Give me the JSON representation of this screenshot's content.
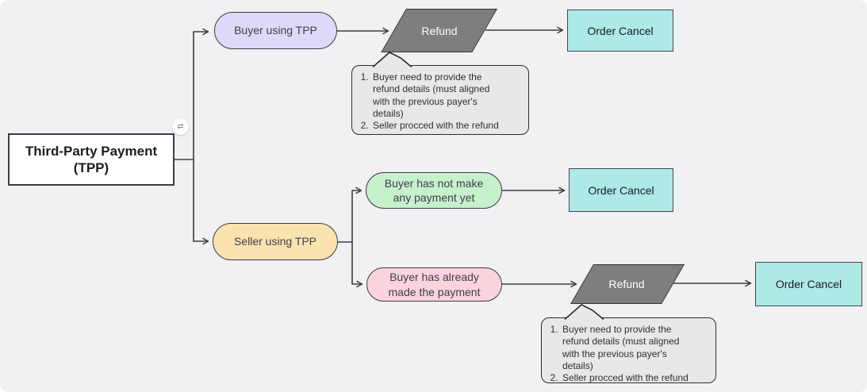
{
  "palette": {
    "background": "#f1f1f3",
    "root_fill": "#ffffff",
    "buyer_pill_fill": "#dcdaf8",
    "seller_pill_fill": "#fbe3b0",
    "no_payment_pill_fill": "#c5f1cb",
    "paid_pill_fill": "#fbd3dd",
    "order_cancel_fill": "#ace9e7",
    "refund_fill": "#7e7e7e",
    "refund_text": "#ffffff",
    "note_fill": "#e8e8e8",
    "line_color": "#3d3d3d"
  },
  "icons": {
    "connector_badge": "⇄"
  },
  "nodes": {
    "root": {
      "line1": "Third-Party Payment",
      "line2": "(TPP)"
    },
    "buyer_branch": {
      "label": "Buyer using TPP"
    },
    "seller_branch": {
      "label": "Seller using TPP"
    },
    "no_payment": {
      "line1": "Buyer has not make",
      "line2": "any payment yet"
    },
    "paid": {
      "line1": "Buyer has already",
      "line2": "made the payment"
    },
    "refund_top": {
      "label": "Refund"
    },
    "refund_bottom": {
      "label": "Refund"
    },
    "cancel_top": {
      "label": "Order Cancel"
    },
    "cancel_middle": {
      "label": "Order Cancel"
    },
    "cancel_bottom": {
      "label": "Order Cancel"
    }
  },
  "notes": {
    "refund_steps_top": {
      "items": [
        "Buyer need to provide the refund details (must aligned with the previous payer's details)",
        "Seller procced with the refund"
      ]
    },
    "refund_steps_bottom": {
      "items": [
        "Buyer need to provide the refund details (must aligned with the previous payer's details)",
        "Seller procced with the refund"
      ]
    }
  }
}
